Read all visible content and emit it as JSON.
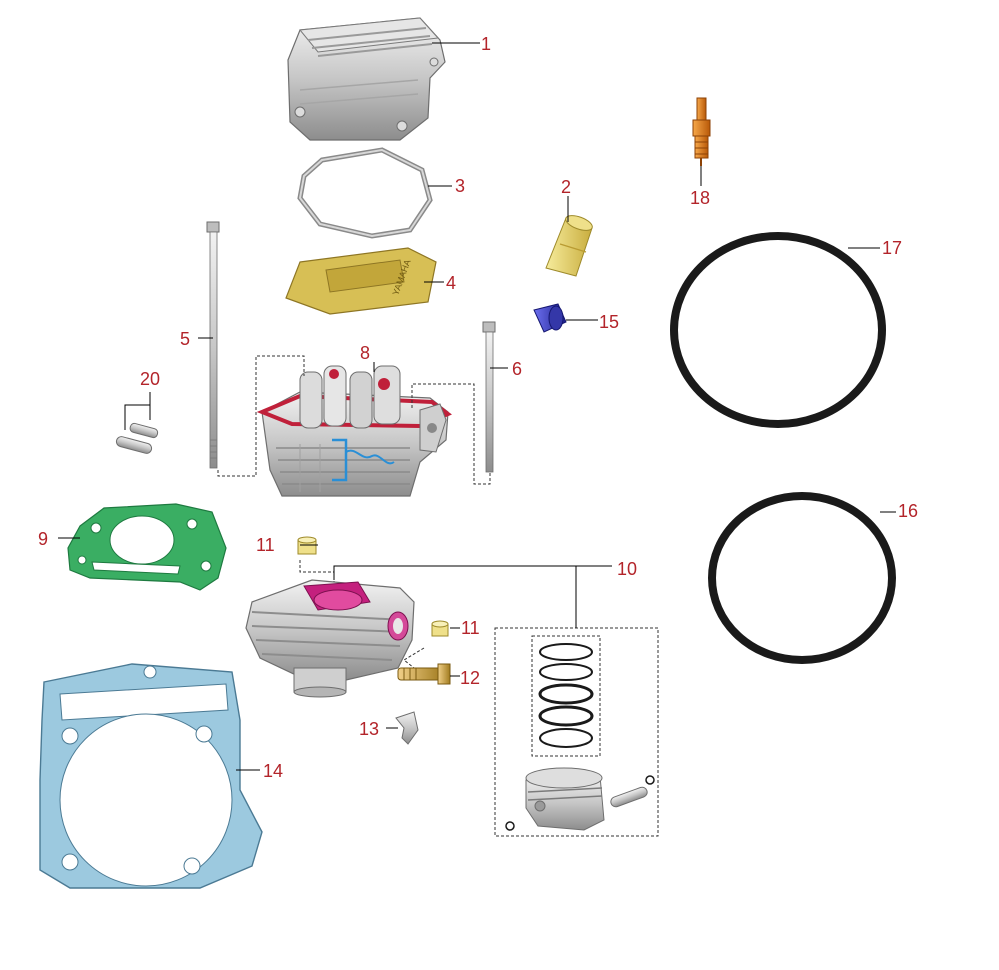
{
  "callouts": [
    {
      "id": "1",
      "text": "1"
    },
    {
      "id": "2",
      "text": "2"
    },
    {
      "id": "3",
      "text": "3"
    },
    {
      "id": "4",
      "text": "4"
    },
    {
      "id": "5",
      "text": "5"
    },
    {
      "id": "6",
      "text": "6"
    },
    {
      "id": "8",
      "text": "8"
    },
    {
      "id": "9",
      "text": "9"
    },
    {
      "id": "10",
      "text": "10"
    },
    {
      "id": "11a",
      "text": "11"
    },
    {
      "id": "11b",
      "text": "11"
    },
    {
      "id": "12",
      "text": "12"
    },
    {
      "id": "13",
      "text": "13"
    },
    {
      "id": "14",
      "text": "14"
    },
    {
      "id": "15",
      "text": "15"
    },
    {
      "id": "16",
      "text": "16"
    },
    {
      "id": "17",
      "text": "17"
    },
    {
      "id": "18",
      "text": "18"
    },
    {
      "id": "20",
      "text": "20"
    }
  ],
  "gasket_text": "YAMAHA",
  "colors": {
    "label": "#b3242a",
    "leader": "#000000",
    "metal": "#c9c9c9",
    "metal_dark": "#8a8a8a",
    "head_accent": "#c0203a",
    "head_gasket": "#2e9a55",
    "base_gasket": "#9cc9df",
    "oring": "#1a1a1a",
    "cap": "#3b3ec7",
    "tube": "#e8d76a",
    "plate": "#c9b24a",
    "spark_plug": "#e07a1a",
    "cylinder_accent": "#c4207e",
    "valve_spring": "#2a8fd6"
  }
}
